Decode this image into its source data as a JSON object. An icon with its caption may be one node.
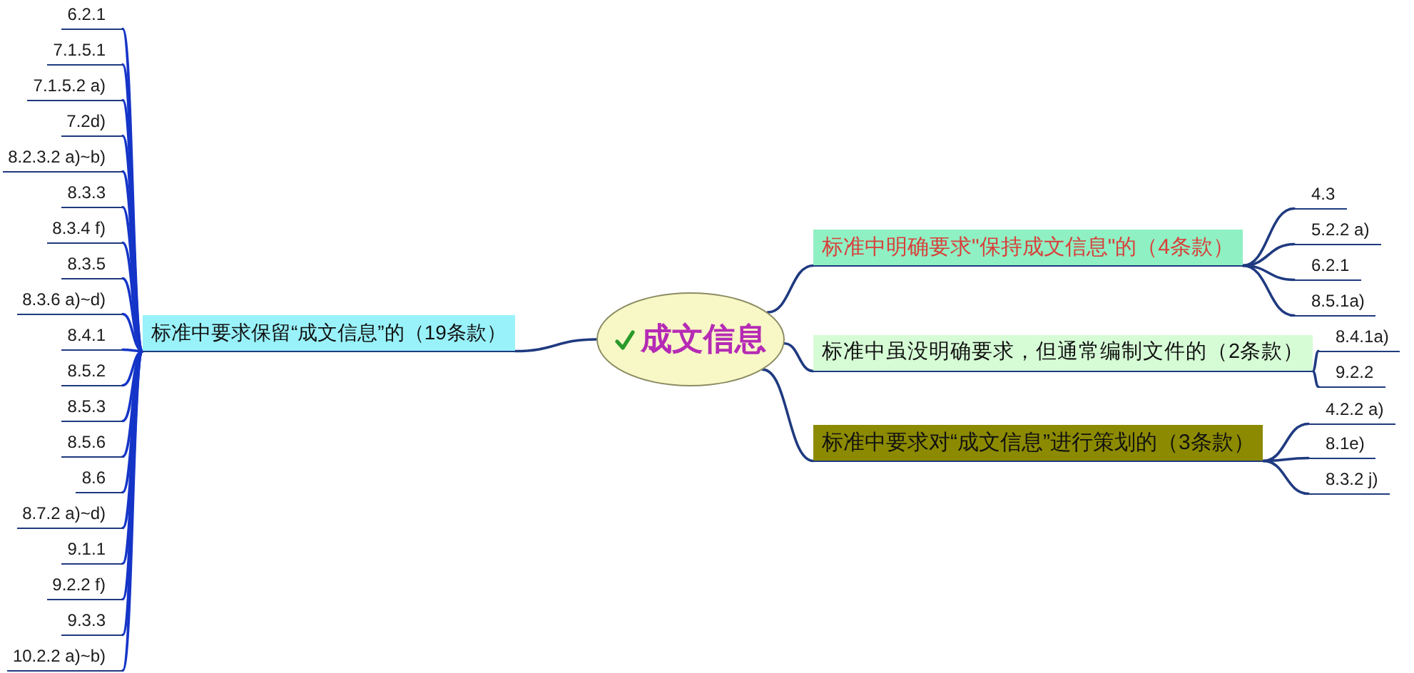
{
  "diagram": {
    "nodes": [
      {
        "text": [
          "成文信息"
        ]
      },
      {
        "text": [
          "标准中要求保留“成文信息”的（19条款）"
        ]
      },
      {
        "text": [
          "6.2.1"
        ]
      },
      {
        "text": [
          "7.1.5.1"
        ]
      },
      {
        "text": [
          "7.1.5.2 a)"
        ]
      },
      {
        "text": [
          "7.2d)"
        ]
      },
      {
        "text": [
          "8.2.3.2 a)~b)"
        ]
      },
      {
        "text": [
          "8.3.3"
        ]
      },
      {
        "text": [
          "8.3.4 f)"
        ]
      },
      {
        "text": [
          "8.3.5"
        ]
      },
      {
        "text": [
          "8.3.6 a)~d)"
        ]
      },
      {
        "text": [
          "8.4.1"
        ]
      },
      {
        "text": [
          "8.5.2"
        ]
      },
      {
        "text": [
          "8.5.3"
        ]
      },
      {
        "text": [
          "8.5.6"
        ]
      },
      {
        "text": [
          "8.6"
        ]
      },
      {
        "text": [
          "8.7.2 a)~d)"
        ]
      },
      {
        "text": [
          "9.1.1"
        ]
      },
      {
        "text": [
          "9.2.2 f)"
        ]
      },
      {
        "text": [
          "9.3.3"
        ]
      },
      {
        "text": [
          "10.2.2 a)~b)"
        ]
      },
      {
        "text": [
          "标准中明确要求\"保持成文信息\"的（4条款）"
        ]
      },
      {
        "text": [
          "4.3"
        ]
      },
      {
        "text": [
          "5.2.2 a)"
        ]
      },
      {
        "text": [
          "6.2.1"
        ]
      },
      {
        "text": [
          "8.5.1a)"
        ]
      },
      {
        "text": [
          "标准中虽没明确要求，但通常编制文件的（2条款）"
        ]
      },
      {
        "text": [
          "8.4.1a)"
        ]
      },
      {
        "text": [
          "9.2.2"
        ]
      },
      {
        "text": [
          "标准中要求对“成文信息”进行策划的（3条款）"
        ]
      },
      {
        "text": [
          "4.2.2 a)"
        ]
      },
      {
        "text": [
          "8.1e)"
        ]
      },
      {
        "text": [
          "8.3.2 j)"
        ]
      }
    ],
    "edges": [
      {
        "from": 0,
        "to": 1,
        "arrow": "none",
        "color": "#1f3a80"
      },
      {
        "from": 1,
        "to": 2,
        "arrow": "none"
      },
      {
        "from": 1,
        "to": 3,
        "arrow": "none"
      },
      {
        "from": 1,
        "to": 4,
        "arrow": "none"
      },
      {
        "from": 1,
        "to": 5,
        "arrow": "none"
      },
      {
        "from": 1,
        "to": 6,
        "arrow": "none"
      },
      {
        "from": 1,
        "to": 7,
        "arrow": "none"
      },
      {
        "from": 1,
        "to": 8,
        "arrow": "none"
      },
      {
        "from": 1,
        "to": 9,
        "arrow": "none"
      },
      {
        "from": 1,
        "to": 10,
        "arrow": "none"
      },
      {
        "from": 1,
        "to": 11,
        "arrow": "none"
      },
      {
        "from": 1,
        "to": 12,
        "arrow": "none"
      },
      {
        "from": 1,
        "to": 13,
        "arrow": "none"
      },
      {
        "from": 1,
        "to": 14,
        "arrow": "none"
      },
      {
        "from": 1,
        "to": 15,
        "arrow": "none"
      },
      {
        "from": 1,
        "to": 16,
        "arrow": "none"
      },
      {
        "from": 1,
        "to": 17,
        "arrow": "none"
      },
      {
        "from": 1,
        "to": 18,
        "arrow": "none"
      },
      {
        "from": 1,
        "to": 19,
        "arrow": "none"
      },
      {
        "from": 1,
        "to": 20,
        "arrow": "none"
      },
      {
        "from": 0,
        "to": 21,
        "arrow": "none",
        "color": "#1f3a80"
      },
      {
        "from": 21,
        "to": 22,
        "arrow": "none",
        "color": "#1f3a80"
      },
      {
        "from": 21,
        "to": 23,
        "arrow": "none",
        "color": "#1f3a80"
      },
      {
        "from": 21,
        "to": 24,
        "arrow": "none",
        "color": "#1f3a80"
      },
      {
        "from": 21,
        "to": 25,
        "arrow": "none",
        "color": "#1f3a80"
      },
      {
        "from": 0,
        "to": 26,
        "arrow": "none",
        "color": "#1f3a80"
      },
      {
        "from": 26,
        "to": 27,
        "arrow": "none",
        "color": "#1f3a80"
      },
      {
        "from": 26,
        "to": 28,
        "arrow": "none",
        "color": "#1f3a80"
      },
      {
        "from": 0,
        "to": 29,
        "arrow": "none",
        "color": "#1f3a80"
      },
      {
        "from": 29,
        "to": 30,
        "arrow": "none",
        "color": "#1f3a80"
      },
      {
        "from": 29,
        "to": 31,
        "arrow": "none",
        "color": "#1f3a80"
      },
      {
        "from": 29,
        "to": 32,
        "arrow": "none",
        "color": "#1f3a80"
      }
    ]
  }
}
